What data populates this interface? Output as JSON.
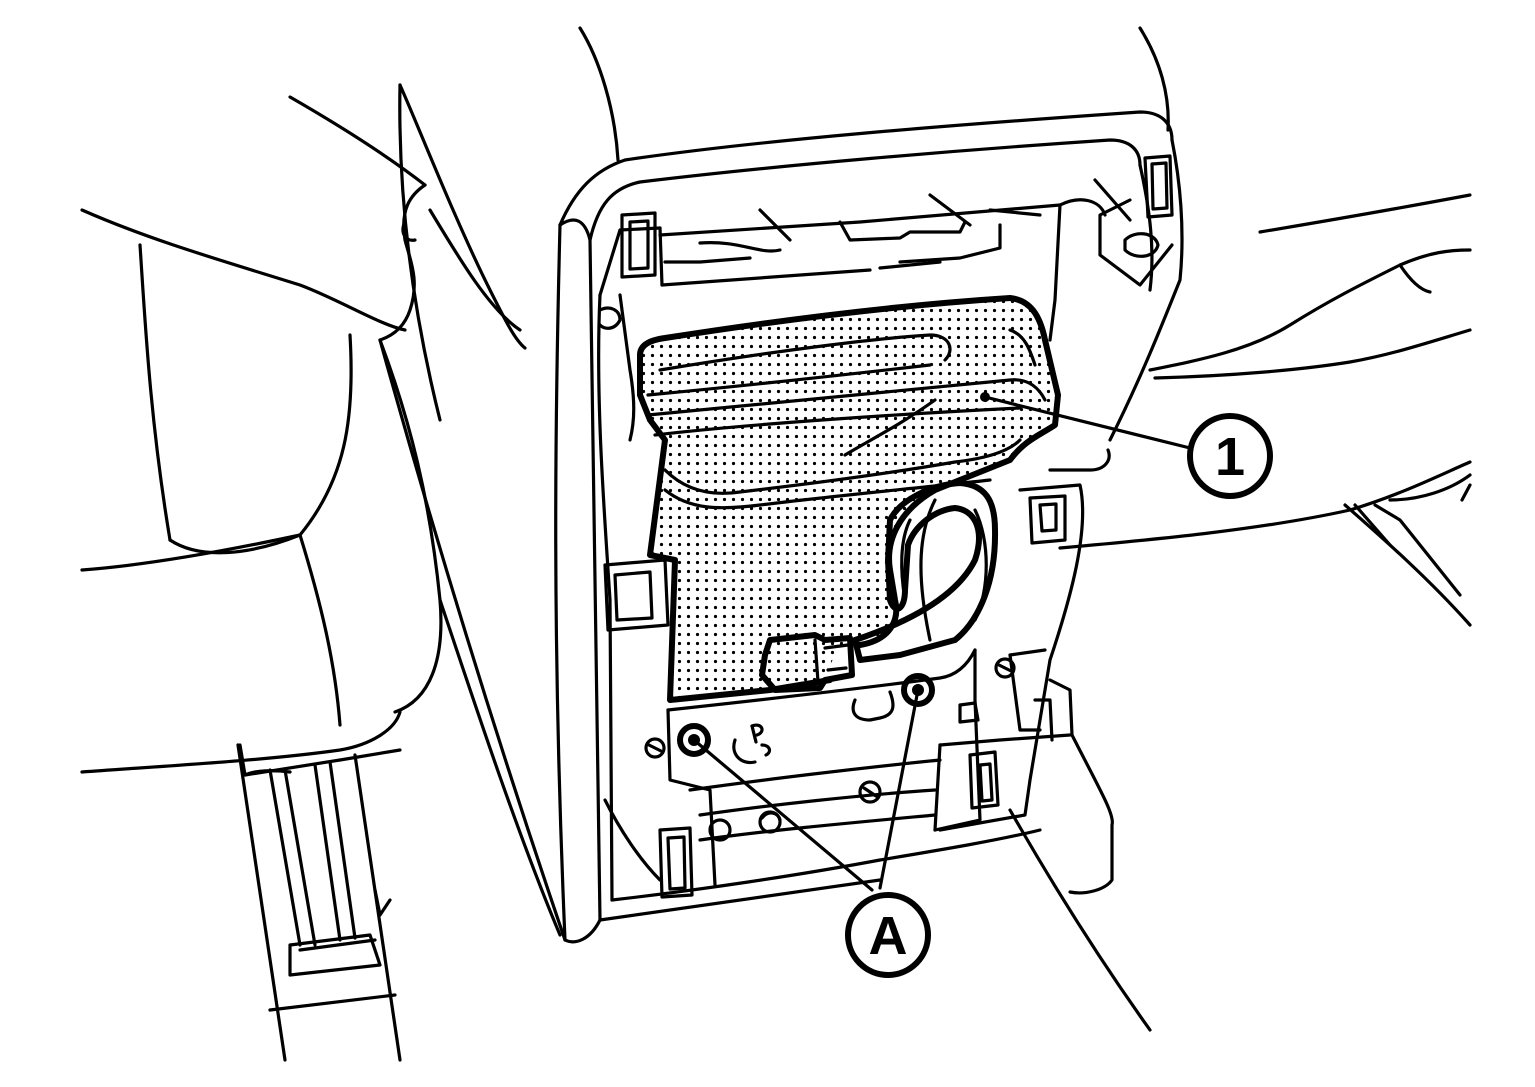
{
  "callouts": [
    {
      "id": "part-1",
      "label": "1"
    },
    {
      "id": "bolt-a",
      "label": "A"
    }
  ],
  "shading_color": "#000000",
  "line_color": "#000000",
  "background_color": "#ffffff"
}
